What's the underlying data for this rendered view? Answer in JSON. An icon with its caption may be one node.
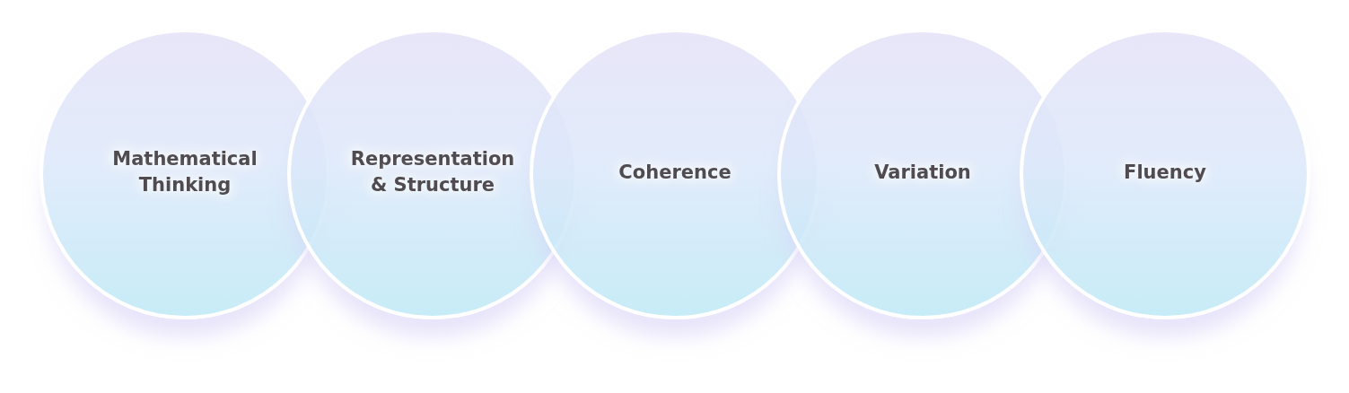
{
  "diagram": {
    "nodes": [
      {
        "text": [
          "Mathematical Thinking"
        ]
      },
      {
        "text": [
          "Representation & Structure"
        ]
      },
      {
        "text": [
          "Coherence"
        ]
      },
      {
        "text": [
          "Variation"
        ]
      },
      {
        "text": [
          "Fluency"
        ]
      }
    ]
  }
}
